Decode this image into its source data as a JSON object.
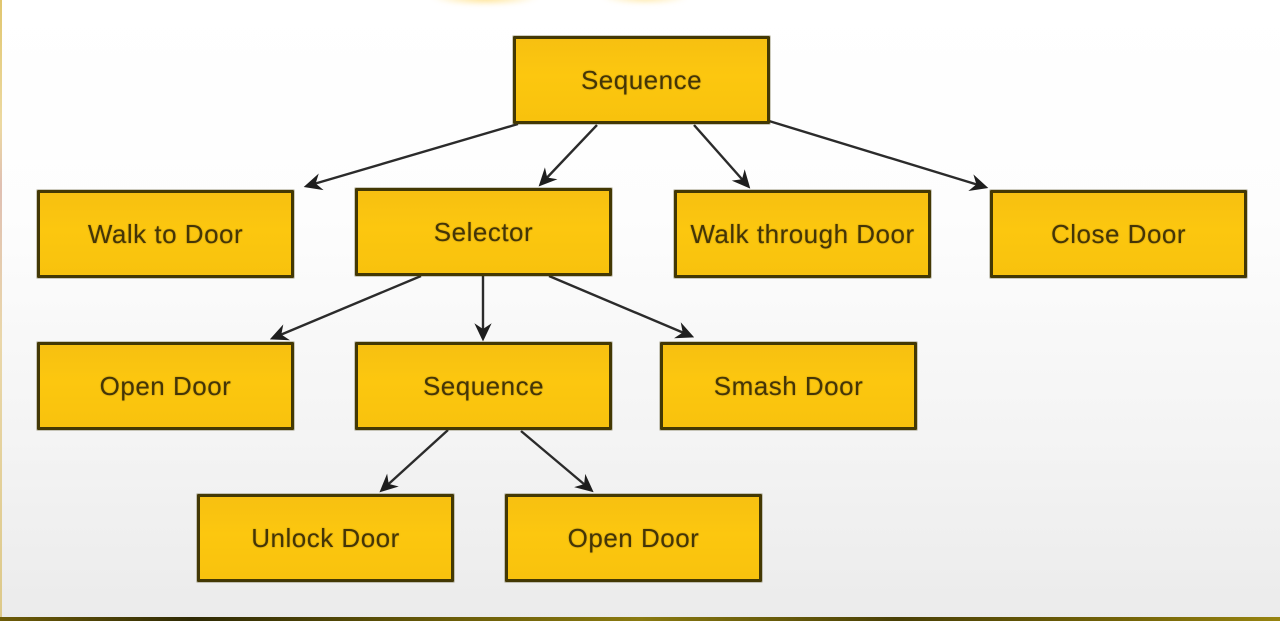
{
  "diagram": {
    "type": "behavior-tree",
    "nodes": [
      {
        "id": "root-sequence",
        "label": "Sequence"
      },
      {
        "id": "walk-to-door",
        "label": "Walk to Door"
      },
      {
        "id": "selector",
        "label": "Selector"
      },
      {
        "id": "walk-through-door",
        "label": "Walk through Door"
      },
      {
        "id": "close-door",
        "label": "Close Door"
      },
      {
        "id": "open-door",
        "label": "Open Door"
      },
      {
        "id": "inner-sequence",
        "label": "Sequence"
      },
      {
        "id": "smash-door",
        "label": "Smash Door"
      },
      {
        "id": "unlock-door",
        "label": "Unlock Door"
      },
      {
        "id": "open-door-2",
        "label": "Open Door"
      }
    ],
    "edges": [
      {
        "from": "root-sequence",
        "to": "walk-to-door"
      },
      {
        "from": "root-sequence",
        "to": "selector"
      },
      {
        "from": "root-sequence",
        "to": "walk-through-door"
      },
      {
        "from": "root-sequence",
        "to": "close-door"
      },
      {
        "from": "selector",
        "to": "open-door"
      },
      {
        "from": "selector",
        "to": "inner-sequence"
      },
      {
        "from": "selector",
        "to": "smash-door"
      },
      {
        "from": "inner-sequence",
        "to": "unlock-door"
      },
      {
        "from": "inner-sequence",
        "to": "open-door-2"
      }
    ],
    "colors": {
      "node_fill": "#fcc70f",
      "node_border": "#433804",
      "node_text": "#443507",
      "arrow": "#2b2b2b",
      "background_top": "#ffffff",
      "background_bottom": "#ebebeb",
      "bottom_strip": "#6a5c08"
    }
  }
}
